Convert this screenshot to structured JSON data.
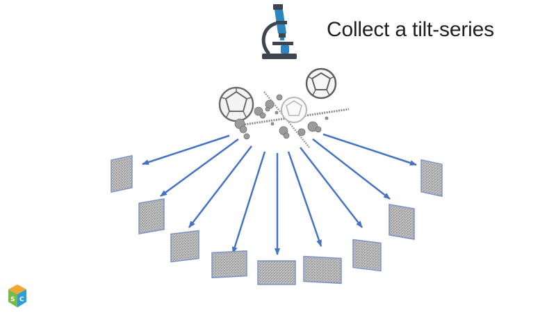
{
  "slide": {
    "title": "Collect a tilt-series"
  },
  "icons": {
    "microscope": "microscope-icon",
    "sample": "sample-assembly-icon",
    "logo": "logo-cube-icon"
  },
  "colors": {
    "arrow": "#4472c4",
    "microscope_teal": "#2e86c1",
    "microscope_dark": "#3d4550",
    "frame_border": "#7c93c9",
    "logo_orange": "#f0a830",
    "logo_green": "#79b94a",
    "logo_blue": "#2e9fd6"
  },
  "logo": {
    "letters": [
      "S",
      "C"
    ]
  },
  "tilt_series": {
    "count": 9
  }
}
